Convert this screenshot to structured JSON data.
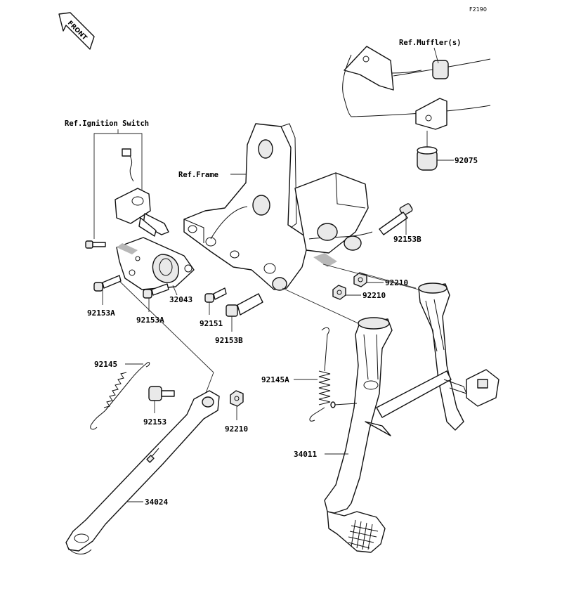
{
  "figure_code": "F2190",
  "front_arrow_text": "FRONT",
  "refs": {
    "muffler": "Ref.Muffler(s)",
    "ignition_switch": "Ref.Ignition Switch",
    "frame": "Ref.Frame"
  },
  "parts": {
    "p92075": "92075",
    "p92153B_top": "92153B",
    "p92210_a": "92210",
    "p92210_b": "92210",
    "p92210_c": "92210",
    "p32043": "32043",
    "p92153A_a": "92153A",
    "p92153A_b": "92153A",
    "p92151": "92151",
    "p92153B_mid": "92153B",
    "p92145": "92145",
    "p92153": "92153",
    "p92145A": "92145A",
    "p34011": "34011",
    "p34024": "34024"
  }
}
